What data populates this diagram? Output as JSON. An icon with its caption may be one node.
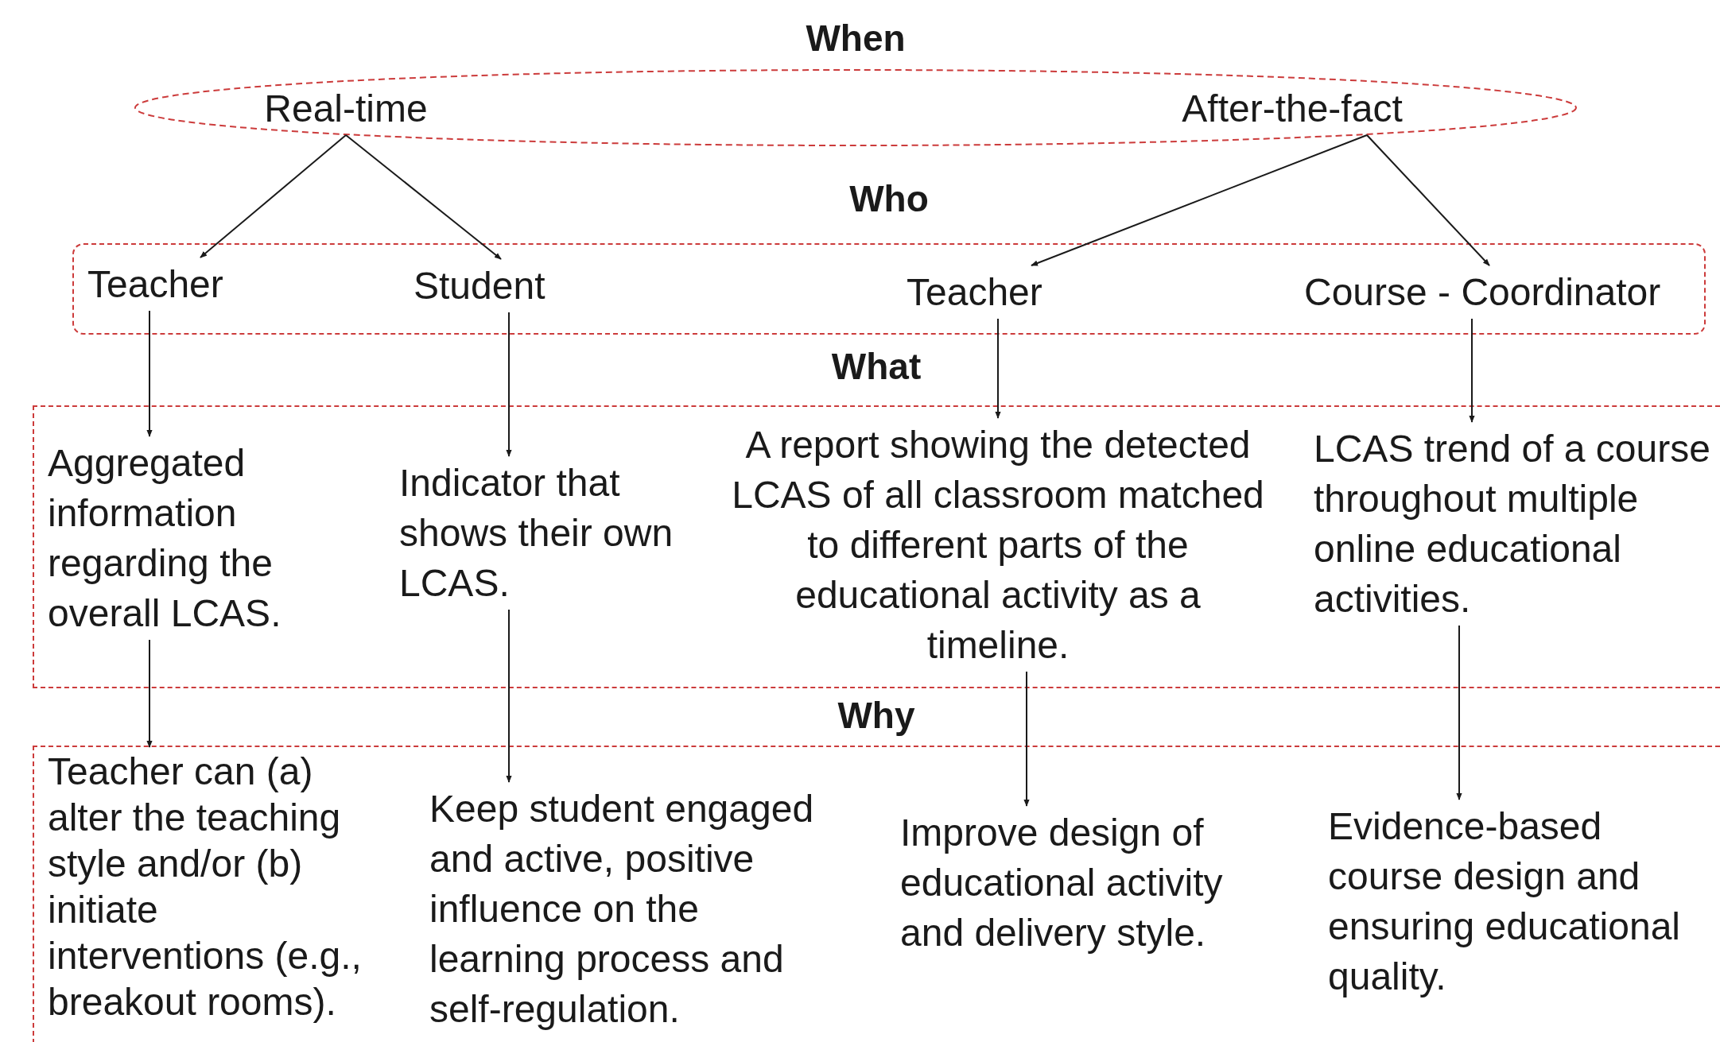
{
  "diagram": {
    "nodes": [
      {
        "text": [
          "When"
        ]
      },
      {
        "text": [
          "Real-time"
        ],
        "in": 0
      },
      {
        "text": [
          "After-the-fact"
        ],
        "in": 0
      },
      {
        "text": [
          "Who"
        ]
      },
      {
        "text": [
          "Teacher"
        ],
        "in": 3
      },
      {
        "text": [
          "Student"
        ],
        "in": 3
      },
      {
        "text": [
          "Teacher"
        ],
        "in": 3
      },
      {
        "text": [
          "Course - Coordinator"
        ],
        "in": 3
      },
      {
        "text": [
          "What"
        ]
      },
      {
        "text": [
          "Aggregated information regarding the overall LCAS."
        ],
        "in": 8
      },
      {
        "text": [
          "Indicator that shows their own LCAS."
        ],
        "in": 8
      },
      {
        "text": [
          "A report showing the detected LCAS of all classroom matched to different parts of the educational activity as a timeline."
        ],
        "in": 8
      },
      {
        "text": [
          "LCAS trend of a course throughout multiple online educational activities."
        ],
        "in": 8
      },
      {
        "text": [
          "Why"
        ]
      },
      {
        "text": [
          "Teacher can (a) alter the teaching style and/or (b) initiate interventions (e.g., breakout rooms)."
        ],
        "in": 13
      },
      {
        "text": [
          "Keep student engaged and active, positive influence on the learning process and self-regulation."
        ],
        "in": 13
      },
      {
        "text": [
          "Improve design of educational activity and delivery style."
        ],
        "in": 13
      },
      {
        "text": [
          "Evidence-based course design and ensuring educational quality."
        ],
        "in": 13
      }
    ],
    "edges": [
      {
        "from": 1,
        "to": 4,
        "arrow": "to"
      },
      {
        "from": 1,
        "to": 5,
        "arrow": "to"
      },
      {
        "from": 2,
        "to": 6,
        "arrow": "to"
      },
      {
        "from": 2,
        "to": 7,
        "arrow": "to"
      },
      {
        "from": 4,
        "to": 9,
        "arrow": "to"
      },
      {
        "from": 5,
        "to": 10,
        "arrow": "to"
      },
      {
        "from": 6,
        "to": 11,
        "arrow": "to"
      },
      {
        "from": 7,
        "to": 12,
        "arrow": "to"
      },
      {
        "from": 9,
        "to": 14,
        "arrow": "to"
      },
      {
        "from": 10,
        "to": 15,
        "arrow": "to"
      },
      {
        "from": 11,
        "to": 16,
        "arrow": "to"
      },
      {
        "from": 12,
        "to": 17,
        "arrow": "to"
      }
    ]
  }
}
